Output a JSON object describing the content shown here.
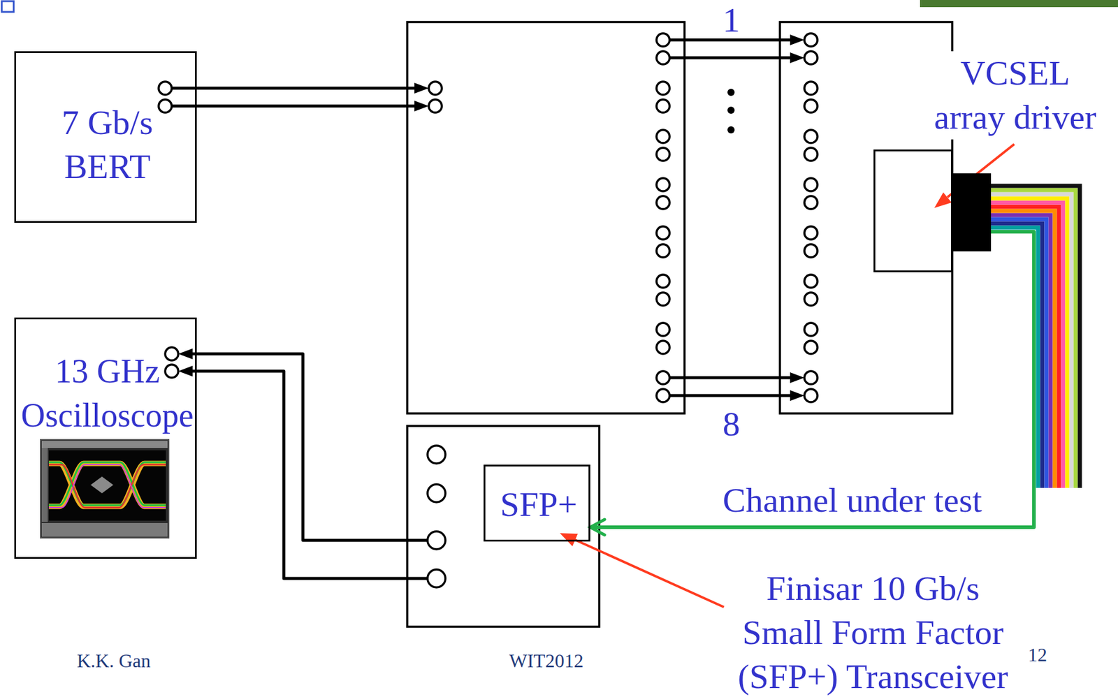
{
  "diagram": {
    "nodes": [
      {
        "text": [
          "7 Gb/s BERT"
        ]
      },
      {
        "text": [
          "VCSEL array driver"
        ]
      },
      {
        "text": [
          "13 GHz Oscilloscope"
        ]
      },
      {
        "text": [
          "SFP+",
          "Finisar 10 Gb/s Small Form Factor (SFP+) Transceiver"
        ]
      }
    ],
    "edges": [
      {
        "from": 1,
        "to": 3,
        "arrow": "to",
        "label": "Channel under test"
      }
    ],
    "labels": [
      "1",
      "8",
      "K.K. Gan",
      "WIT2012",
      "12"
    ]
  }
}
